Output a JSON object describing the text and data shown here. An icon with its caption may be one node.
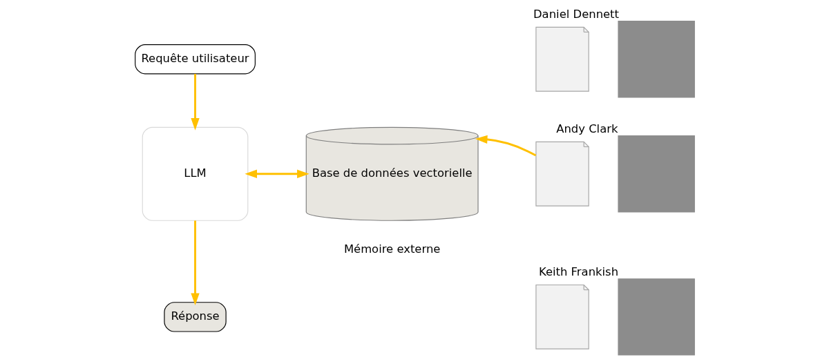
{
  "diagram": {
    "nodes": [
      {
        "text": [
          "Requête utilisateur"
        ]
      },
      {
        "text": [
          "LLM"
        ]
      },
      {
        "text": [
          "Réponse"
        ]
      },
      {
        "text": [
          "Base de données vectorielle"
        ],
        "beside": [
          "Mémoire externe"
        ]
      },
      {
        "text": [],
        "shape": "picture"
      },
      {
        "text": [],
        "shape": "box",
        "beside": [
          "Daniel Dennett"
        ]
      },
      {
        "text": [],
        "shape": "picture"
      },
      {
        "text": [],
        "shape": "box",
        "beside": [
          "Andy Clark"
        ]
      },
      {
        "text": [],
        "shape": "picture"
      },
      {
        "text": [],
        "shape": "box",
        "beside": [
          "Keith Frankish"
        ]
      }
    ],
    "edges": [
      {
        "from": 0,
        "to": 1,
        "arrow": "to"
      },
      {
        "from": 1,
        "to": 3,
        "arrow": "both"
      },
      {
        "from": 1,
        "to": 2,
        "arrow": "to"
      },
      {
        "from": 6,
        "to": 3,
        "arrow": "to"
      }
    ]
  }
}
